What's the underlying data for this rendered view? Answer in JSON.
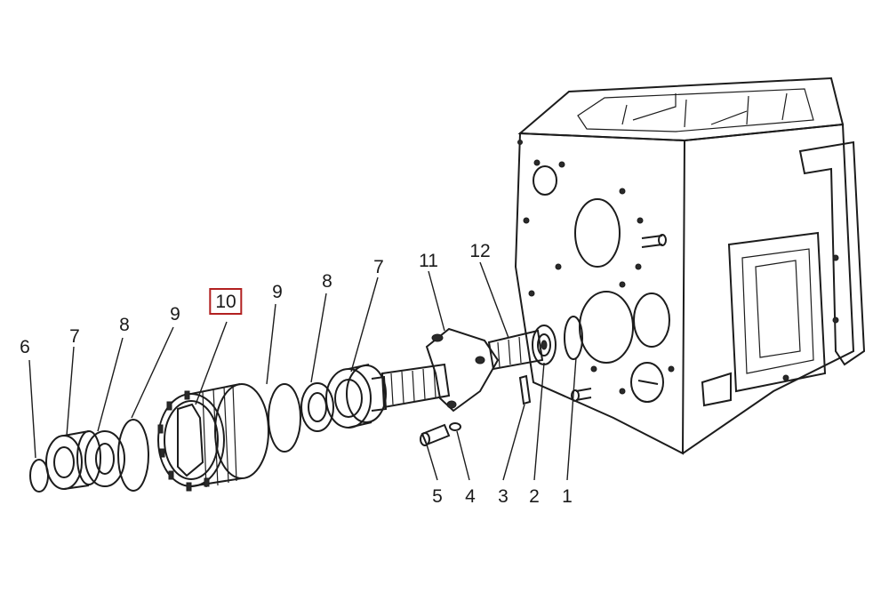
{
  "diagram": {
    "labels": {
      "l1": "1",
      "l2": "2",
      "l3": "3",
      "l4": "4",
      "l5": "5",
      "l6": "6",
      "l7a": "7",
      "l7b": "7",
      "l8a": "8",
      "l8b": "8",
      "l9a": "9",
      "l9b": "9",
      "l10": "10",
      "l11": "11",
      "l12": "12"
    },
    "highlight_label": "10",
    "colors": {
      "ink": "#1c1c1c",
      "highlight": "#b22020",
      "background": "#ffffff"
    }
  }
}
